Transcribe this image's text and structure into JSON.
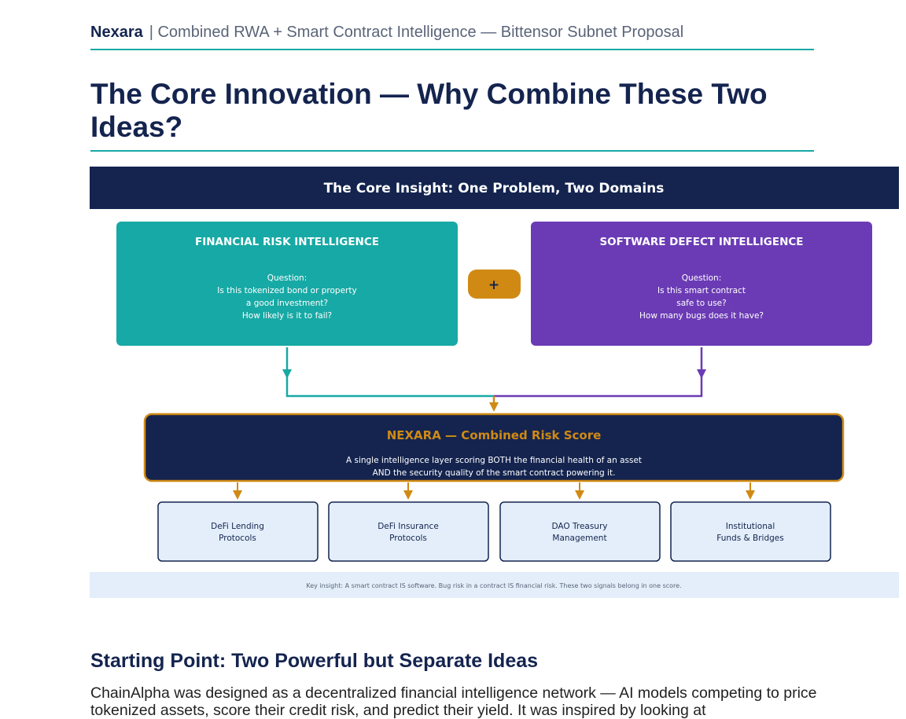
{
  "header": {
    "brand": "Nexara",
    "subtitle": "| Combined RWA + Smart Contract Intelligence — Bittensor Subnet Proposal"
  },
  "page_title": "The Core Innovation — Why Combine These Two Ideas?",
  "diagram": {
    "banner_title": "The Core Insight: One Problem, Two Domains",
    "left_box": {
      "title": "FINANCIAL RISK INTELLIGENCE",
      "question_label": "Question:",
      "question_lines": [
        "Is this tokenized bond or property",
        "a good investment?",
        "How likely is it to fail?"
      ]
    },
    "plus_label": "+",
    "right_box": {
      "title": "SOFTWARE DEFECT INTELLIGENCE",
      "question_label": "Question:",
      "question_lines": [
        "Is this smart contract",
        "safe to use?",
        "How many bugs does it have?"
      ]
    },
    "center_box": {
      "title": "NEXARA — Combined Risk Score",
      "lines": [
        "A single intelligence layer scoring BOTH the financial health of an asset",
        "AND the security quality of the smart contract powering it."
      ]
    },
    "targets": [
      {
        "line1": "DeFi Lending",
        "line2": "Protocols"
      },
      {
        "line1": "DeFi Insurance",
        "line2": "Protocols"
      },
      {
        "line1": "DAO Treasury",
        "line2": "Management"
      },
      {
        "line1": "Institutional",
        "line2": "Funds & Bridges"
      }
    ],
    "footer_note": "Key insight: A smart contract IS software. Bug risk in a contract IS financial risk. These two signals belong in one score.",
    "colors": {
      "navy": "#14244f",
      "teal": "#17a9a5",
      "purple": "#6b3bb5",
      "orange": "#d08a14",
      "light_blue": "#e3eefa"
    }
  },
  "section": {
    "title": "Starting Point: Two Powerful but Separate Ideas",
    "body": "ChainAlpha was designed as a decentralized financial intelligence network — AI models competing to price tokenized assets, score their credit risk, and predict their yield. It was inspired by looking at"
  }
}
